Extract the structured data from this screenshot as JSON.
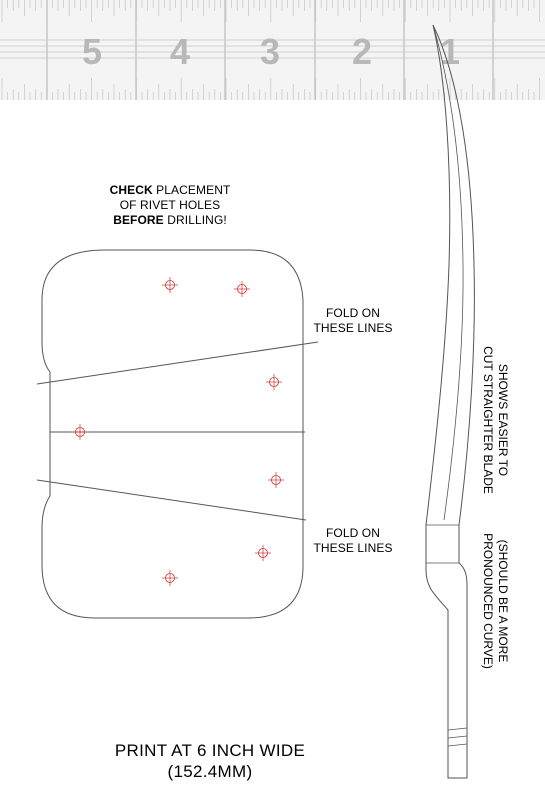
{
  "ruler": {
    "numbers": [
      "5",
      "4",
      "3",
      "2",
      "1"
    ],
    "bg": "#f4f4f4",
    "numeral_color": "#b8b8b8",
    "tick_color": "#c4c4c4"
  },
  "check_note": {
    "line1_bold": "CHECK",
    "line1_rest": " PLACEMENT",
    "line2": "OF RIVET HOLES",
    "line3_bold": "BEFORE",
    "line3_rest": " DRILLING!"
  },
  "fold_note_top": {
    "line1": "FOLD ON",
    "line2": "THESE LINES"
  },
  "fold_note_bottom": {
    "line1": "FOLD ON",
    "line2": "THESE LINES"
  },
  "blade_note": {
    "line1": "SHOWS EASIER TO",
    "line2": "CUT STRAIGHTER BLADE"
  },
  "curve_note": {
    "line1": "(SHOULD BE A MORE",
    "line2": "PRONOUNCED CURVE)"
  },
  "print_note": {
    "line1": "PRINT AT 6 INCH WIDE",
    "line2": "(152.4MM)"
  },
  "colors": {
    "outline": "#555555",
    "rivet": "#cc3333"
  }
}
